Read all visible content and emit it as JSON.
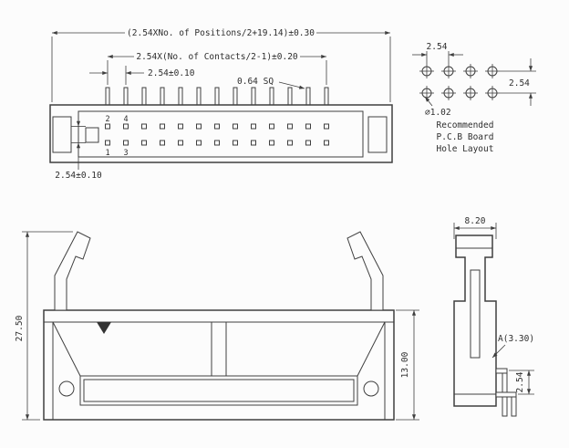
{
  "sheet": {
    "background": "#fcfcfc",
    "line_color": "#3f3f3f"
  },
  "top_view": {
    "dim_overall": "(2.54XNo. of Positions/2+19.14)±0.30",
    "dim_contact_span": "2.54X(No. of Contacts/2-1)±0.20",
    "dim_pin_pitch": "2.54±0.10",
    "dim_pin_size": "0.64 SQ",
    "dim_row_pitch": "2.54±0.10",
    "pin_numbers": {
      "top_first": "2",
      "top_second": "4",
      "bottom_first": "1",
      "bottom_second": "3"
    }
  },
  "pcb_layout": {
    "dim_col_pitch": "2.54",
    "dim_row_pitch": "2.54",
    "dim_hole_dia": "∅1.02",
    "caption": [
      "Recommended",
      "P.C.B Board",
      "Hole Layout"
    ]
  },
  "front_view": {
    "dim_total_height": "27.50",
    "dim_body_height": "13.00"
  },
  "side_view": {
    "dim_width": "8.20",
    "dim_a": "A(3.30)",
    "dim_pin_row_pitch": "2.54"
  }
}
